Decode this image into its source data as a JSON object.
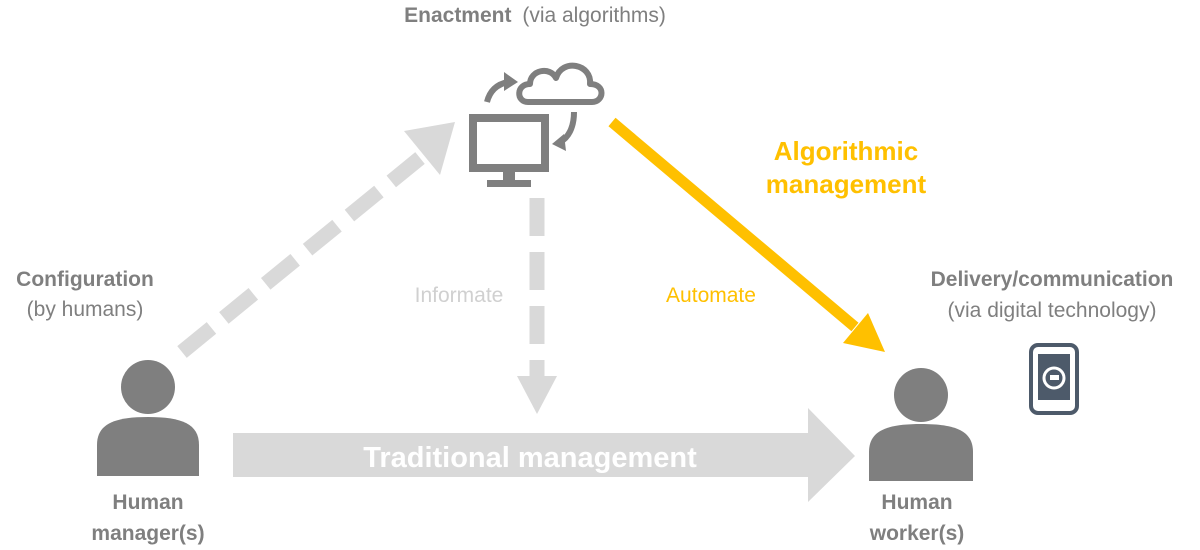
{
  "enactment": {
    "title": "Enactment",
    "subtitle": "(via algorithms)"
  },
  "configuration": {
    "title": "Configuration",
    "subtitle": "(by humans)"
  },
  "delivery": {
    "title": "Delivery/communication",
    "subtitle": "(via digital technology)"
  },
  "flows": {
    "informate": "Informate",
    "automate": "Automate",
    "algorithmic_line1": "Algorithmic",
    "algorithmic_line2": "management",
    "traditional": "Traditional management"
  },
  "actors": {
    "manager_line1": "Human",
    "manager_line2": "manager(s)",
    "worker_line1": "Human",
    "worker_line2": "worker(s)"
  },
  "icons": [
    "computer-icon",
    "cloud-icon",
    "sync-arrows-icon",
    "person-icon",
    "smartphone-app-icon"
  ],
  "colors": {
    "gray": "#7f7f7f",
    "light_gray": "#d9d9d9",
    "yellow": "#ffc000"
  }
}
